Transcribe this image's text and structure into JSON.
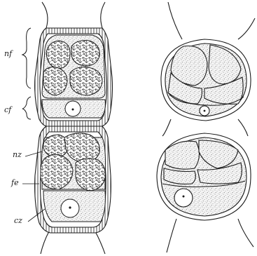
{
  "figure": {
    "labels": {
      "nf": "nf",
      "cf": "cf",
      "nz": "nz",
      "fe": "fe",
      "cz": "cz"
    },
    "colors": {
      "ink": "#1a1a1a",
      "paper": "#ffffff",
      "stipple": "#8a8a8a",
      "reticulum": "#3a3a3a"
    }
  }
}
